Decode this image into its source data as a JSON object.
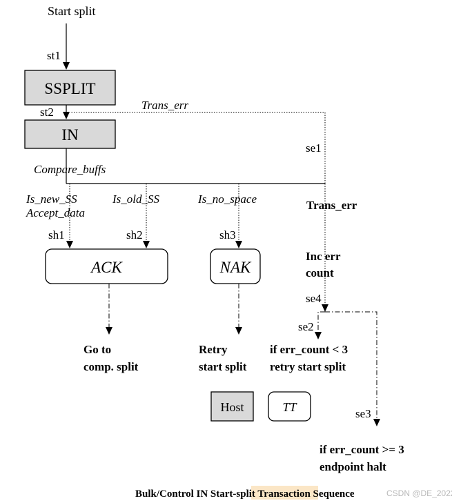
{
  "start_label": "Start split",
  "caption": {
    "prefix": "Bulk/Control IN Start-",
    "highlighted": "split Transac",
    "suffix": "tion Sequence"
  },
  "watermark": "CSDN @DE_2022",
  "states": {
    "ssplit": "SSPLIT",
    "in": "IN",
    "ack": "ACK",
    "nak": "NAK"
  },
  "labels": {
    "st1": "st1",
    "st2": "st2",
    "se1": "se1",
    "se2": "se2",
    "se3": "se3",
    "se4": "se4",
    "sh1": "sh1",
    "sh2": "sh2",
    "sh3": "sh3"
  },
  "conditions": {
    "trans_err_top": "Trans_err",
    "compare_buffs": "Compare_buffs",
    "is_new_ss": "Is_new_SS",
    "accept_data": "Accept_data",
    "is_old_ss": "Is_old_SS",
    "is_no_space": "Is_no_space"
  },
  "actions": {
    "trans_err": "Trans_err",
    "inc_err_line1": "Inc err",
    "inc_err_line2": "count",
    "go_to_line1": "Go to",
    "go_to_line2": "comp. split",
    "retry_line1": "Retry",
    "retry_line2": "start split",
    "err_lt3_line1": "if err_count < 3",
    "err_lt3_line2": "retry start split",
    "err_ge3_line1": "if err_count >= 3",
    "err_ge3_line2": "endpoint halt"
  },
  "legend": {
    "host": "Host",
    "tt": "TT"
  },
  "colors": {
    "state_fill": "#d9d9d9",
    "highlight": "#fbe6c6",
    "watermark": "#b9b9b9"
  }
}
